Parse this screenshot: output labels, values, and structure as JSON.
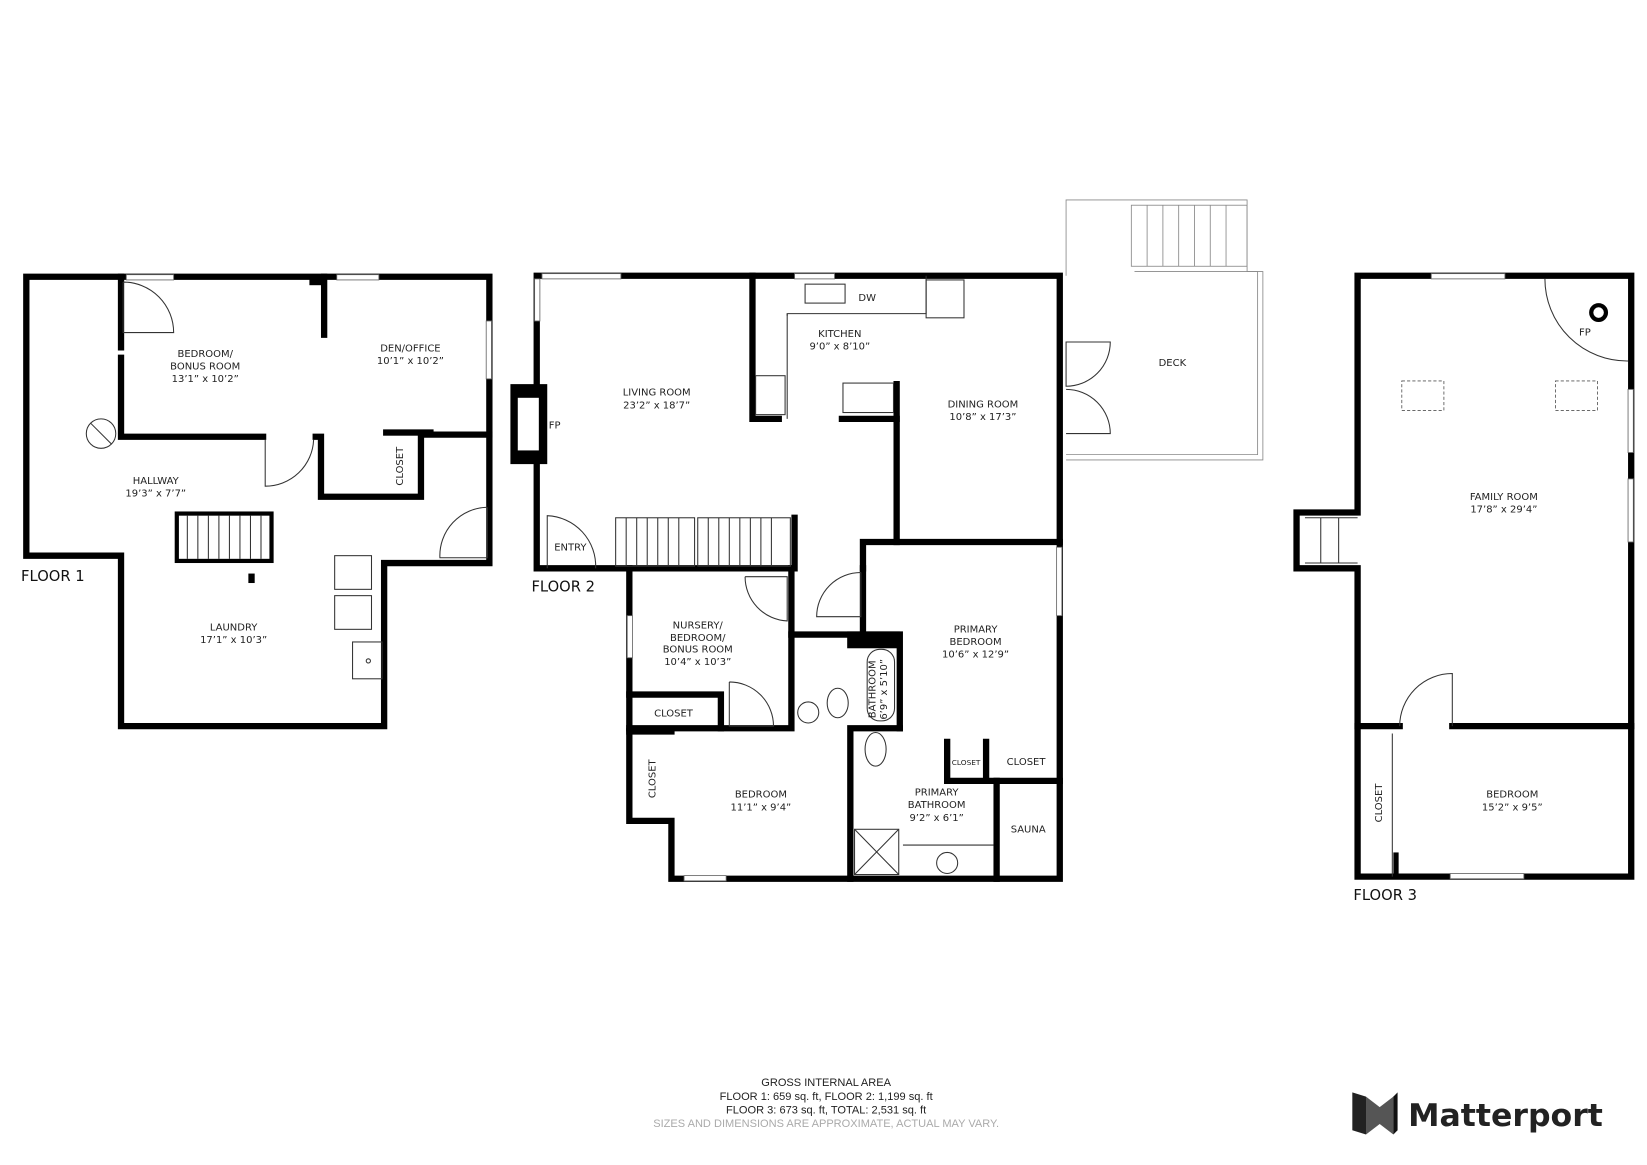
{
  "floors": [
    {
      "label": "FLOOR 1",
      "rooms": [
        {
          "name_lines": [
            "BEDROOM/",
            "BONUS ROOM"
          ],
          "size": "13’1” x 10’2”"
        },
        {
          "name_lines": [
            "DEN/OFFICE"
          ],
          "size": "10’1” x 10’2”"
        },
        {
          "name_lines": [
            "HALLWAY"
          ],
          "size": "19’3” x 7’7”"
        },
        {
          "name_lines": [
            "CLOSET"
          ]
        },
        {
          "name_lines": [
            "LAUNDRY"
          ],
          "size": "17’1” x 10’3”"
        }
      ]
    },
    {
      "label": "FLOOR 2",
      "rooms": [
        {
          "name_lines": [
            "LIVING ROOM"
          ],
          "size": "23’2” x 18’7”"
        },
        {
          "name_lines": [
            "FP"
          ]
        },
        {
          "name_lines": [
            "ENTRY"
          ]
        },
        {
          "name_lines": [
            "KITCHEN"
          ],
          "size": "9’0” x 8’10”"
        },
        {
          "name_lines": [
            "DW"
          ]
        },
        {
          "name_lines": [
            "DINING ROOM"
          ],
          "size": "10’8” x 17’3”"
        },
        {
          "name_lines": [
            "DECK"
          ]
        },
        {
          "name_lines": [
            "NURSERY/",
            "BEDROOM/",
            "BONUS ROOM"
          ],
          "size": "10’4” x 10’3”"
        },
        {
          "name_lines": [
            "CLOSET"
          ]
        },
        {
          "name_lines": [
            "BATHROOM"
          ],
          "size": "6’9” x 5’10”"
        },
        {
          "name_lines": [
            "PRIMARY",
            "BEDROOM"
          ],
          "size": "10’6” x 12’9”"
        },
        {
          "name_lines": [
            "CLOSET"
          ]
        },
        {
          "name_lines": [
            "BEDROOM"
          ],
          "size": "11’1” x 9’4”"
        },
        {
          "name_lines": [
            "CLOSET"
          ]
        },
        {
          "name_lines": [
            "CLOSET"
          ]
        },
        {
          "name_lines": [
            "PRIMARY",
            "BATHROOM"
          ],
          "size": "9’2” x 6’1”"
        },
        {
          "name_lines": [
            "SAUNA"
          ]
        }
      ]
    },
    {
      "label": "FLOOR 3",
      "rooms": [
        {
          "name_lines": [
            "FAMILY ROOM"
          ],
          "size": "17’8” x 29’4”"
        },
        {
          "name_lines": [
            "FP"
          ]
        },
        {
          "name_lines": [
            "BEDROOM"
          ],
          "size": "15’2” x 9’5”"
        },
        {
          "name_lines": [
            "CLOSET"
          ]
        }
      ]
    }
  ],
  "footer": {
    "title": "GROSS INTERNAL AREA",
    "line1": "FLOOR 1: 659 sq. ft, FLOOR 2: 1,199 sq. ft",
    "line2": "FLOOR 3: 673 sq. ft, TOTAL: 2,531 sq. ft",
    "disclaimer": "SIZES AND DIMENSIONS ARE APPROXIMATE, ACTUAL MAY VARY."
  },
  "logo": {
    "text": "Matterport",
    "icon": "matterport-logo-icon"
  },
  "colors": {
    "walls": "#000000",
    "text": "#222222",
    "disclaimer": "#aaaaaa"
  }
}
